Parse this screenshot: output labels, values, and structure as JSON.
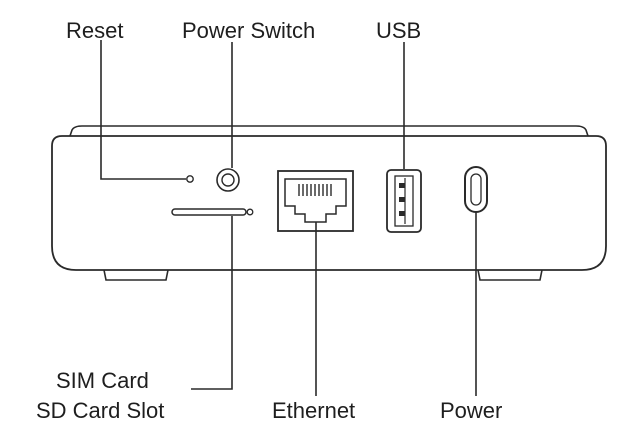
{
  "labels": {
    "reset": "Reset",
    "power_switch": "Power Switch",
    "usb": "USB",
    "sim_card": "SIM Card",
    "sd_card_slot": "SD Card Slot",
    "ethernet": "Ethernet",
    "power": "Power"
  },
  "colors": {
    "outline": "#2a2a2a",
    "device_fill": "#ffffff",
    "text": "#1e1e1e"
  }
}
